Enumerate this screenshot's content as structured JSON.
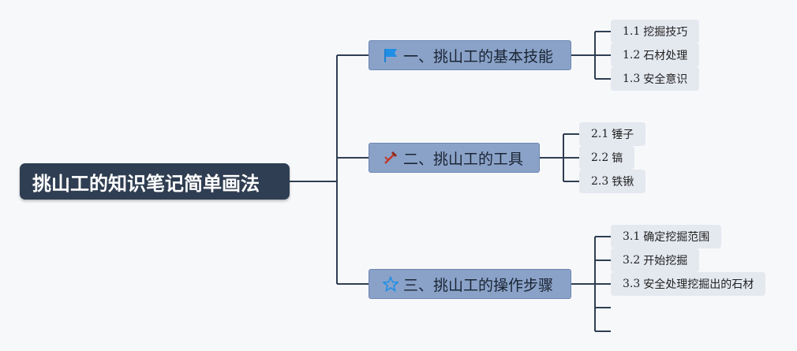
{
  "root": {
    "title": "挑山工的知识笔记简单画法"
  },
  "branches": [
    {
      "label": "一、挑山工的基本技能",
      "icon": "flag-icon",
      "children": [
        {
          "num": "1.1",
          "text": "挖掘技巧"
        },
        {
          "num": "1.2",
          "text": "石材处理"
        },
        {
          "num": "1.3",
          "text": "安全意识"
        }
      ]
    },
    {
      "label": "二、挑山工的工具",
      "icon": "tools-icon",
      "children": [
        {
          "num": "2.1",
          "text": "锤子"
        },
        {
          "num": "2.2",
          "text": "镐"
        },
        {
          "num": "2.3",
          "text": "铁锹"
        }
      ]
    },
    {
      "label": "三、挑山工的操作步骤",
      "icon": "star-icon",
      "children": [
        {
          "num": "3.1",
          "text": "确定挖掘范围"
        },
        {
          "num": "3.2",
          "text": "开始挖掘"
        },
        {
          "num": "3.3",
          "text": "安全处理挖掘出的石材"
        }
      ]
    }
  ],
  "colors": {
    "root_bg": "#2f3e52",
    "branch_bg": "#8aa2c8",
    "leaf_bg": "#e4e8ef",
    "line": "#2f3e52"
  }
}
